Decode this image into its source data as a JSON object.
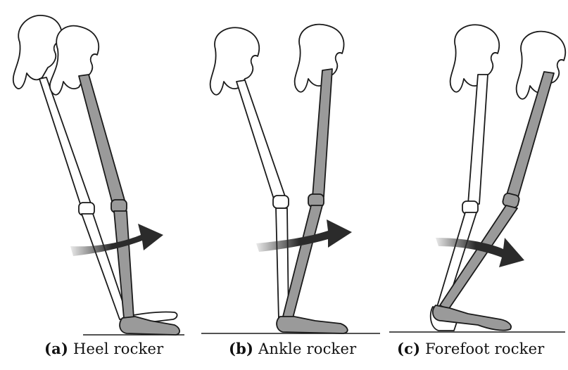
{
  "figure": {
    "panels": [
      {
        "tag": "(a)",
        "caption": "Heel rocker"
      },
      {
        "tag": "(b)",
        "caption": "Ankle rocker"
      },
      {
        "tag": "(c)",
        "caption": "Forefoot rocker"
      }
    ]
  },
  "colors": {
    "line": "#1a1a1a",
    "shaded_leg": "#9a9a9a",
    "arrow": "#2b2b2b",
    "paper": "#ffffff"
  }
}
